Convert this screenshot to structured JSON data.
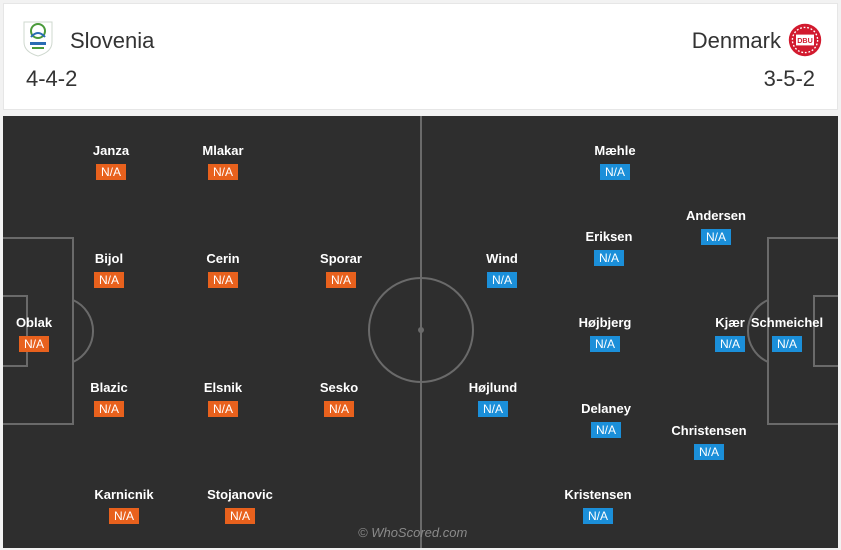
{
  "header": {
    "home": {
      "name": "Slovenia",
      "formation": "4-4-2"
    },
    "away": {
      "name": "Denmark",
      "formation": "3-5-2"
    }
  },
  "colors": {
    "home_rating": "#e8611d",
    "away_rating": "#1b8fd9",
    "pitch": "#2e2e2e",
    "lines": "#6a6a6a"
  },
  "home_players": [
    {
      "name": "Janza",
      "rating": "N/A"
    },
    {
      "name": "Mlakar",
      "rating": "N/A"
    },
    {
      "name": "Bijol",
      "rating": "N/A"
    },
    {
      "name": "Cerin",
      "rating": "N/A"
    },
    {
      "name": "Sporar",
      "rating": "N/A"
    },
    {
      "name": "Oblak",
      "rating": "N/A"
    },
    {
      "name": "Blazic",
      "rating": "N/A"
    },
    {
      "name": "Elsnik",
      "rating": "N/A"
    },
    {
      "name": "Sesko",
      "rating": "N/A"
    },
    {
      "name": "Karnicnik",
      "rating": "N/A"
    },
    {
      "name": "Stojanovic",
      "rating": "N/A"
    }
  ],
  "away_players": [
    {
      "name": "Mæhle",
      "rating": "N/A"
    },
    {
      "name": "Andersen",
      "rating": "N/A"
    },
    {
      "name": "Eriksen",
      "rating": "N/A"
    },
    {
      "name": "Wind",
      "rating": "N/A"
    },
    {
      "name": "Højbjerg",
      "rating": "N/A"
    },
    {
      "name": "Kjær",
      "rating": "N/A"
    },
    {
      "name": "Schmeichel",
      "rating": "N/A"
    },
    {
      "name": "Højlund",
      "rating": "N/A"
    },
    {
      "name": "Delaney",
      "rating": "N/A"
    },
    {
      "name": "Christensen",
      "rating": "N/A"
    },
    {
      "name": "Kristensen",
      "rating": "N/A"
    }
  ],
  "watermark": "© WhoScored.com",
  "logos": {
    "home": "slovenia-crest-icon",
    "away": "dbu-crest-icon",
    "away_text": "DBU"
  }
}
